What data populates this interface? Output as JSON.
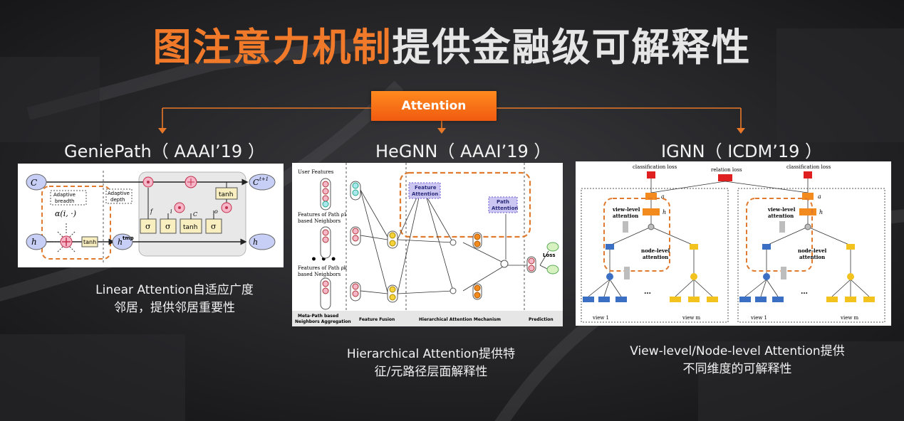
{
  "title": {
    "highlight": "图注意力机制",
    "rest": "提供金融级可解释性"
  },
  "center_label": "Attention",
  "models": [
    {
      "name": "GeniePath（ AAAI’19 ）",
      "desc_line1": "Linear Attention自适应广度",
      "desc_line2": "邻居，提供邻居重要性"
    },
    {
      "name": "HeGNN（ AAAI’19 ）",
      "desc_line1": "Hierarchical Attention提供特",
      "desc_line2": "征/元路径层面解释性"
    },
    {
      "name": "IGNN（ ICDM’19 ）",
      "desc_line1": "View-level/Node-level Attention提供",
      "desc_line2": "不同维度的可解释性"
    }
  ],
  "geniepath": {
    "adaptive_breadth": [
      "Adaptive",
      "breadth"
    ],
    "adaptive_depth": [
      "Adaptive",
      "depth"
    ],
    "alpha": "α(i, ·)",
    "tanh": "tanh",
    "sigma": "σ",
    "ct": "C",
    "ct_sup": "t",
    "ct1_sup": "t+1",
    "ht": "h",
    "htmp": "tmp",
    "c_label": "C",
    "f_label": "f",
    "i_label": "i",
    "o_label": "o"
  },
  "hegnn": {
    "user_features": "User Features",
    "path1": [
      "Features of Path ρ1",
      "based Neighbors"
    ],
    "pathk": [
      "Features of Path ρk",
      "based Neighbors"
    ],
    "feature_attention": [
      "Feature",
      "Attention"
    ],
    "path_attention": [
      "Path",
      "Attention"
    ],
    "loss": "Loss",
    "sections": [
      "Meta-Path based",
      "Neighbors Aggregation",
      "Feature Fusion",
      "Hierarchical Attention Mechanism",
      "Prediction"
    ]
  },
  "ignn": {
    "classification_loss": "classification loss",
    "relation_loss": "relation loss",
    "view_level": [
      "view-level",
      "attention"
    ],
    "node_level": [
      "node-level",
      "attention"
    ],
    "view1": "view 1",
    "viewm": "view m",
    "au": "a",
    "hu": "h"
  },
  "colors": {
    "accent": "#f07a2a",
    "attention_box": "#f26a14",
    "pink": "#f7b5c8",
    "ignn_red": "#e02020",
    "ignn_orange": "#f28a1e",
    "ignn_blue": "#3b6fc4",
    "ignn_yellow": "#f2c21e"
  }
}
